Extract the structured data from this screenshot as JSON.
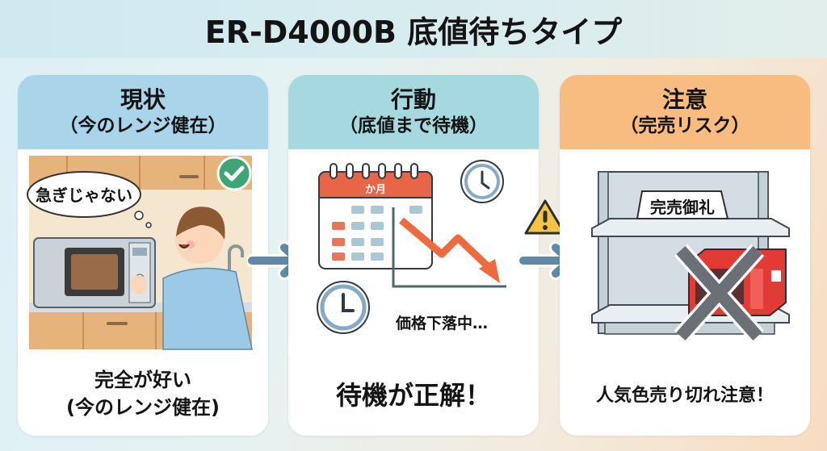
{
  "title": "ER-D4000B 底値待ちタイプ",
  "colors": {
    "card1_header": "#a9d4e9",
    "card2_header": "#a6d8df",
    "card3_header": "#f8bb80",
    "arrow": "#5f89a6",
    "check_green": "#3fa574",
    "warning_yellow": "#f6c443",
    "calendar_red": "#e86548",
    "price_arrow": "#ef6a3e"
  },
  "cards": [
    {
      "heading": "現状",
      "subheading": "（今のレンジ健在）",
      "illustration": {
        "speech_bubble": "急ぎじゃない",
        "badge_icon": "check-icon",
        "scene": "man-using-microwave"
      },
      "footer": [
        "完全が好い",
        "(今のレンジ健在)"
      ]
    },
    {
      "heading": "行動",
      "subheading": "（底値まで待機）",
      "illustration": {
        "calendar_label": "か月",
        "caption": "価格下落中…",
        "icons": [
          "calendar-icon",
          "clock-icon",
          "falling-price-arrow-icon"
        ]
      },
      "footer": [
        "待機が正解！"
      ]
    },
    {
      "heading": "注意",
      "subheading": "（完売リスク）",
      "illustration": {
        "shelf_sign": "完売御礼",
        "icons": [
          "empty-shelf-icon",
          "red-microwave-icon",
          "cross-icon"
        ]
      },
      "footer": [
        "人気色売り切れ注意！"
      ]
    }
  ],
  "connectors": [
    {
      "icon": "arrow-right-icon"
    },
    {
      "icon": "arrow-right-icon",
      "badge": "warning-icon"
    }
  ]
}
